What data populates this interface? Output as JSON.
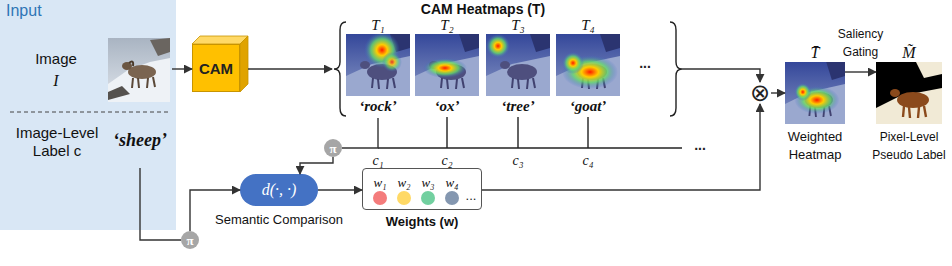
{
  "diagram": {
    "nodes": [
      {
        "text": [
          "Input"
        ]
      },
      {
        "text": [
          "Image",
          "I"
        ],
        "in": 0
      },
      {
        "text": [
          "Image-Level Label c",
          "‘sheep’"
        ],
        "in": 0
      },
      {
        "text": [
          "CAM"
        ]
      },
      {
        "text": [
          "CAM Heatmaps (T)"
        ]
      },
      {
        "text": [
          "T₁",
          "‘rock’"
        ],
        "in": 4
      },
      {
        "text": [
          "T₂",
          "‘ox’"
        ],
        "in": 4
      },
      {
        "text": [
          "T₃",
          "‘tree’"
        ],
        "in": 4
      },
      {
        "text": [
          "T₄",
          "‘goat’"
        ],
        "in": 4
      },
      {
        "text": [
          "π"
        ]
      },
      {
        "text": [
          "π"
        ]
      },
      {
        "text": [
          "d(·, ·)",
          "Semantic Comparison"
        ]
      },
      {
        "text": [
          "Weights (w)"
        ]
      },
      {
        "text": [
          "w₁"
        ],
        "in": 12
      },
      {
        "text": [
          "w₂"
        ],
        "in": 12
      },
      {
        "text": [
          "w₃"
        ],
        "in": 12
      },
      {
        "text": [
          "w₄"
        ],
        "in": 12
      },
      {
        "text": [
          "⊗"
        ]
      },
      {
        "text": [
          "T̄",
          "Weighted Heatmap"
        ]
      },
      {
        "text": [
          "M̃",
          "Pixel-Level Pseudo Label"
        ]
      }
    ],
    "edges": [
      {
        "from": 1,
        "to": 3,
        "arrow": "to"
      },
      {
        "from": 3,
        "to": 4,
        "arrow": "to"
      },
      {
        "from": 4,
        "to": 9,
        "arrow": "none"
      },
      {
        "from": 2,
        "to": 10,
        "arrow": "none"
      },
      {
        "from": 10,
        "to": 11,
        "arrow": "to"
      },
      {
        "from": 9,
        "to": 11,
        "arrow": "to"
      },
      {
        "from": 11,
        "to": 12,
        "arrow": "to"
      },
      {
        "from": 12,
        "to": 17,
        "arrow": "to"
      },
      {
        "from": 4,
        "to": 17,
        "arrow": "to"
      },
      {
        "from": 17,
        "to": 18,
        "arrow": "to"
      },
      {
        "from": 18,
        "to": 19,
        "label": "Saliency Gating",
        "arrow": "to"
      }
    ],
    "labels": [
      "...",
      "c₁",
      "c₂",
      "c₃",
      "c₄",
      "...",
      "..."
    ]
  }
}
